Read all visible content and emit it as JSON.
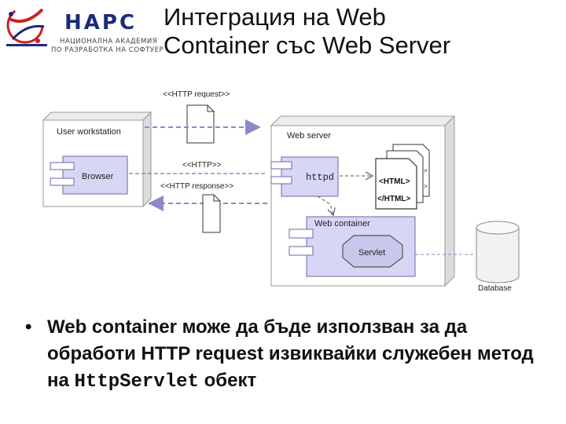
{
  "logo": {
    "name": "НАРС",
    "subtitle_line1": "НАЦИОНАЛНА АКАДЕМИЯ",
    "subtitle_line2": "ПО РАЗРАБОТКА НА СОФТУЕР"
  },
  "title": {
    "line1": "Интеграция на Web",
    "line2": "Container със Web Server"
  },
  "diagram": {
    "user_workstation": "User workstation",
    "browser": "Browser",
    "http_request": "<<HTTP request>>",
    "http": "<<HTTP>>",
    "http_response": "<<HTTP response>>",
    "web_server": "Web server",
    "httpd": "httpd",
    "html_open": "<HTML>",
    "html_close": "</HTML>",
    "web_container": "Web container",
    "servlet": "Servlet",
    "database": "Database"
  },
  "bullet": {
    "part1": "Web container може да бъде използван за да обработи HTTP request извиквайки служебен метод на ",
    "code": "HttpServlet",
    "part2": " обект"
  },
  "colors": {
    "title_text": "#111111",
    "logo_blue": "#1d2a7a",
    "logo_red": "#cc2222",
    "component_fill": "#d6d6f5",
    "component_stroke": "#6a6aa8",
    "arrow": "#8a8ac8"
  }
}
